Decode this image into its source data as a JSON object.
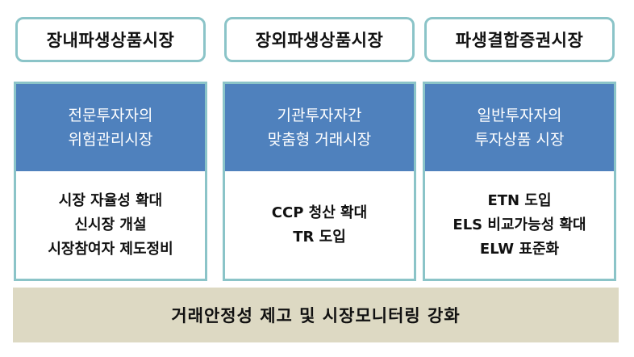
{
  "columns": [
    {
      "title": "장내파생상품시장",
      "head": [
        "전문투자자의",
        "위험관리시장"
      ],
      "body": [
        "시장 자율성 확대",
        "신시장 개설",
        "시장참여자 제도정비"
      ]
    },
    {
      "title": "장외파생상품시장",
      "head": [
        "기관투자자간",
        "맞춤형 거래시장"
      ],
      "body": [
        "CCP 청산 확대",
        "TR 도입"
      ]
    },
    {
      "title": "파생결합증권시장",
      "head": [
        "일반투자자의",
        "투자상품 시장"
      ],
      "body": [
        "ETN 도입",
        "ELS 비교가능성 확대",
        "ELW 표준화"
      ]
    }
  ],
  "bottom": "거래안정성 제고 및 시장모니터링 강화"
}
